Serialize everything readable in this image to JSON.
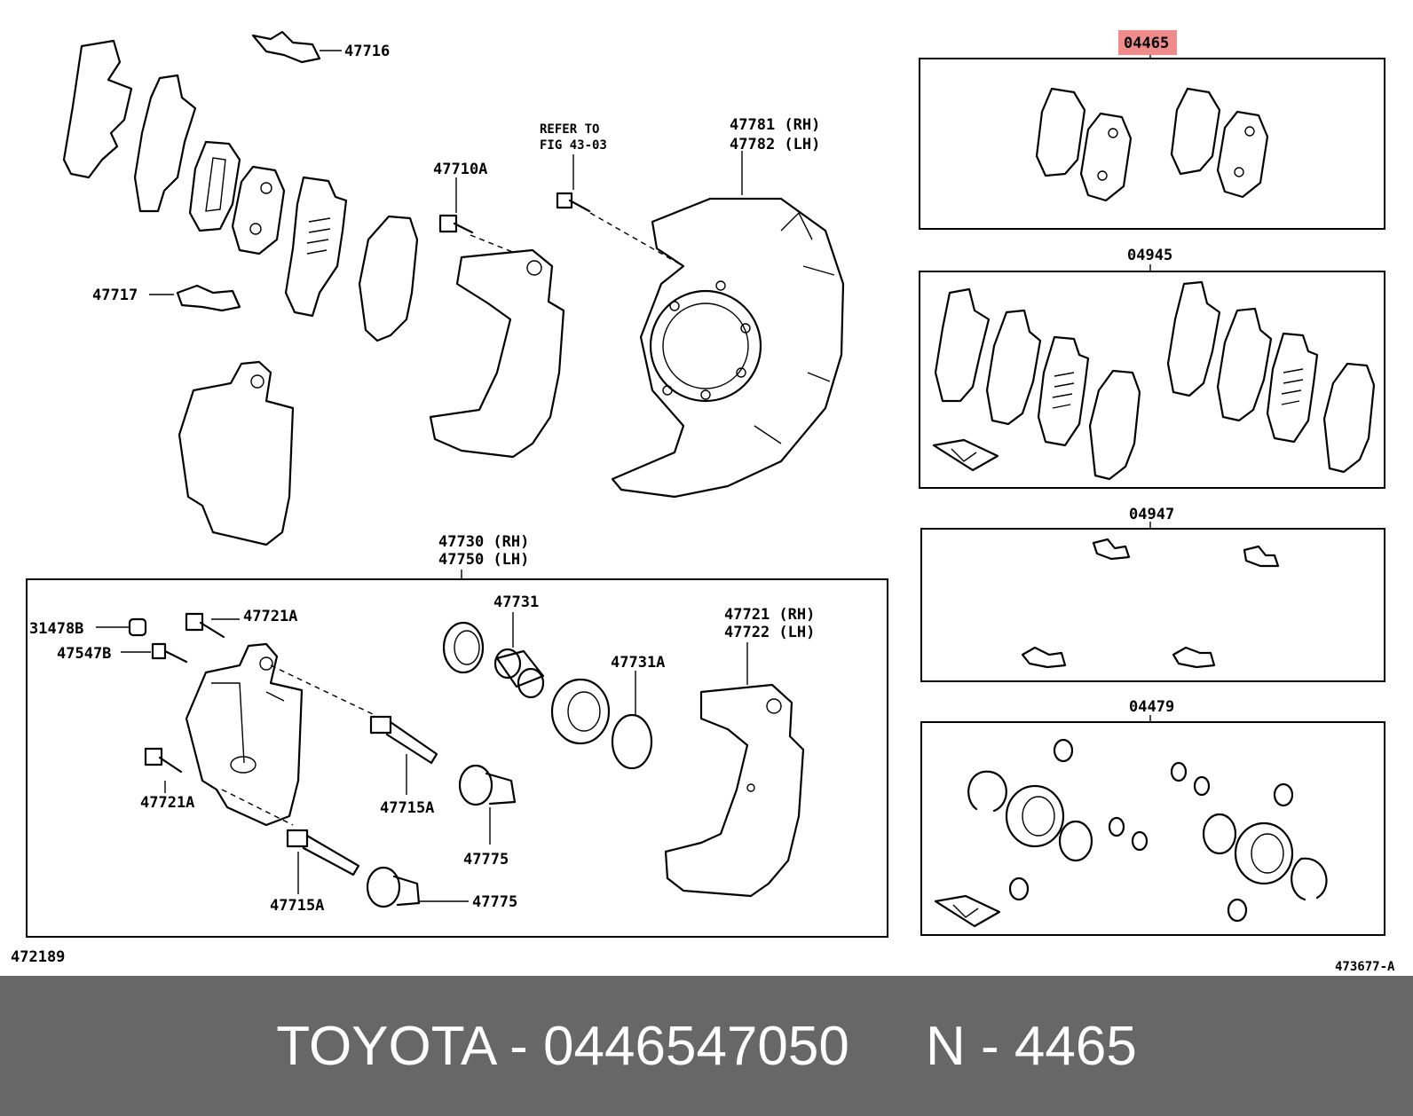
{
  "labels": {
    "l47716": "47716",
    "l47717": "47717",
    "l47710A": "47710A",
    "refer1": "REFER TO",
    "refer2": "FIG 43-03",
    "l47781": "47781 (RH)",
    "l47782": "47782 (LH)",
    "l47730": "47730 (RH)",
    "l47750": "47750 (LH)",
    "l31478B": "31478B",
    "l47547B": "47547B",
    "l47721A_top": "47721A",
    "l47721A_bot": "47721A",
    "l47715A_mid": "47715A",
    "l47715A_bot": "47715A",
    "l47731": "47731",
    "l47731A": "47731A",
    "l47775_mid": "47775",
    "l47775_bot": "47775",
    "l47721": "47721 (RH)",
    "l47722": "47722 (LH)",
    "k04465": "04465",
    "k04945": "04945",
    "k04947": "04947",
    "k04479": "04479",
    "code_left": "472189",
    "code_right": "473677-A"
  },
  "highlight_color": "#f08c8c",
  "footer": {
    "brand": "TOYOTA - 0446547050",
    "code": "N - 4465"
  }
}
